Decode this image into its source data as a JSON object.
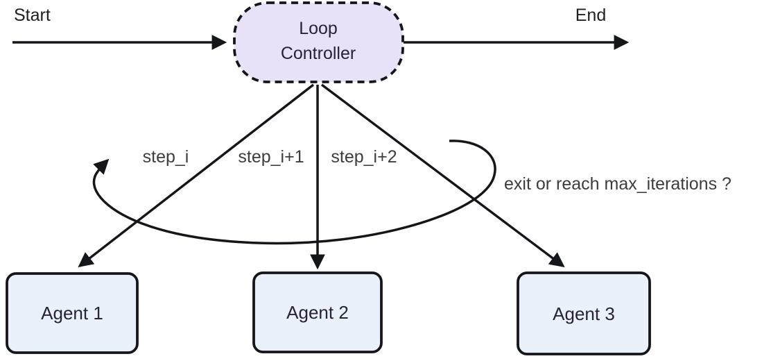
{
  "diagram": {
    "nodes": {
      "start_label": "Start",
      "end_label": "End",
      "loop_controller": {
        "line1": "Loop",
        "line2": "Controller"
      },
      "agents": [
        "Agent 1",
        "Agent 2",
        "Agent 3"
      ]
    },
    "edge_labels": {
      "step1": "step_i",
      "step2": "step_i+1",
      "step3": "step_i+2",
      "loop_condition": "exit or reach max_iterations ?"
    },
    "colors": {
      "loop_controller_fill": "#e8e2f9",
      "agent_fill": "#ebf1fa",
      "stroke": "#15161a",
      "node_text": "#262336",
      "label_text": "#3d3d3d"
    }
  }
}
